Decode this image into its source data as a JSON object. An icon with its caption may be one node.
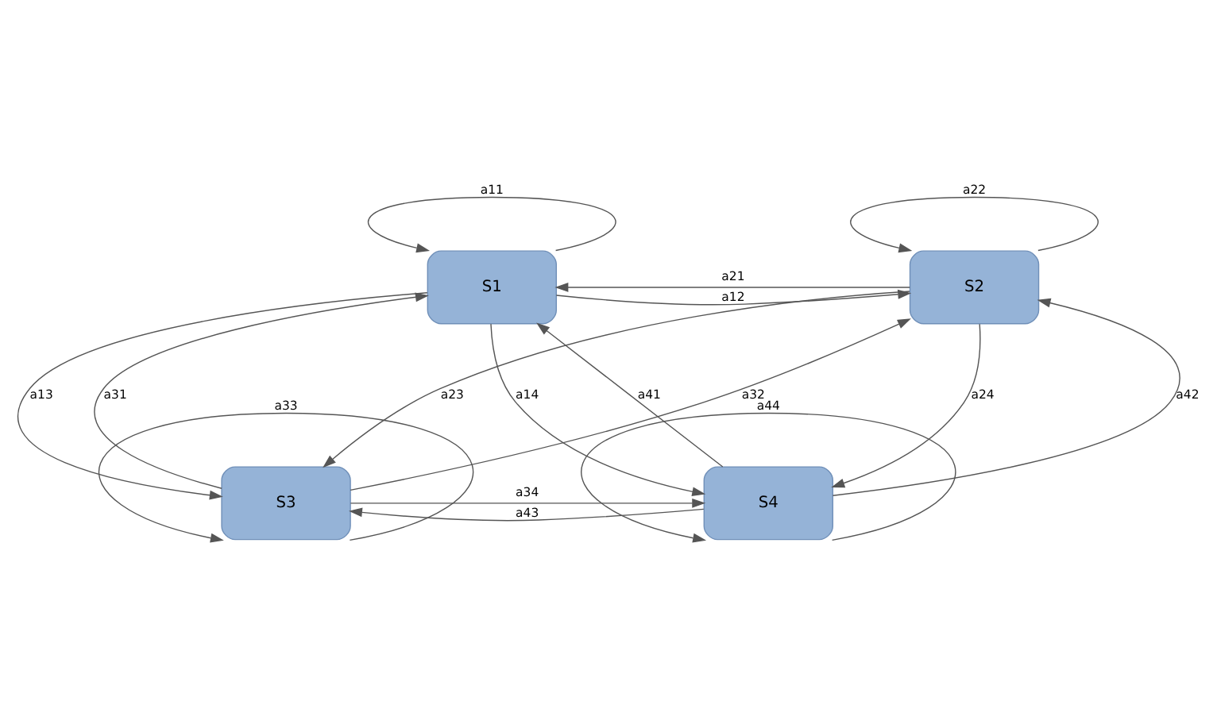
{
  "diagram": {
    "nodes": [
      {
        "text": [
          "S1"
        ]
      },
      {
        "text": [
          "S2"
        ]
      },
      {
        "text": [
          "S3"
        ]
      },
      {
        "text": [
          "S4"
        ]
      }
    ],
    "edges": [
      {
        "from": 0,
        "to": 0,
        "arrow": "to",
        "label": "a11"
      },
      {
        "from": 1,
        "to": 1,
        "arrow": "to",
        "label": "a22"
      },
      {
        "from": 1,
        "to": 0,
        "arrow": "to",
        "label": "a21"
      },
      {
        "from": 0,
        "to": 1,
        "arrow": "to",
        "label": "a12"
      },
      {
        "from": 2,
        "to": 0,
        "arrow": "to",
        "label": "a31"
      },
      {
        "from": 3,
        "to": 1,
        "arrow": "to",
        "label": "a42"
      },
      {
        "from": 1,
        "to": 3,
        "arrow": "to",
        "label": "a24"
      },
      {
        "from": 0,
        "to": 2,
        "arrow": "to",
        "label": "a13"
      },
      {
        "from": 0,
        "to": 3,
        "arrow": "to",
        "label": "a14"
      },
      {
        "from": 3,
        "to": 0,
        "arrow": "to",
        "label": "a41"
      },
      {
        "from": 1,
        "to": 2,
        "arrow": "to",
        "label": "a23"
      },
      {
        "from": 2,
        "to": 1,
        "arrow": "to",
        "label": "a32"
      },
      {
        "from": 2,
        "to": 3,
        "arrow": "to",
        "label": "a34"
      },
      {
        "from": 3,
        "to": 2,
        "arrow": "to",
        "label": "a43"
      },
      {
        "from": 3,
        "to": 3,
        "arrow": "to",
        "label": "a44"
      },
      {
        "from": 2,
        "to": 2,
        "arrow": "to",
        "label": "a33"
      }
    ]
  }
}
